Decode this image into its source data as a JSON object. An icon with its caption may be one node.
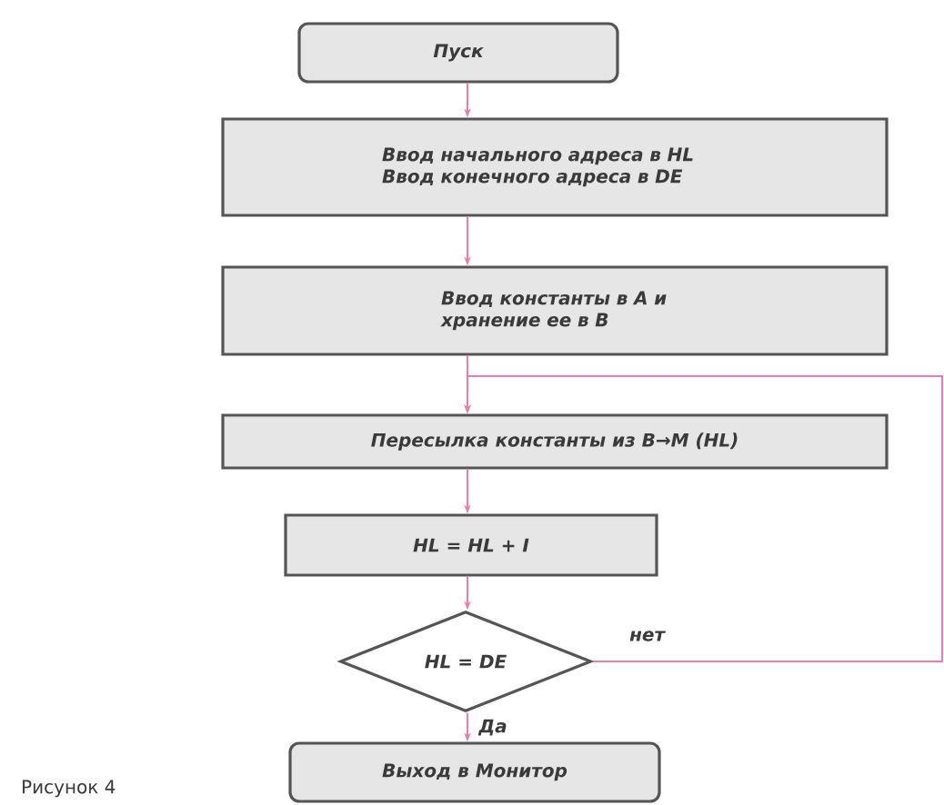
{
  "diagram": {
    "caption": "Рисунок 4",
    "nodes": [
      {
        "text": [
          "Пуск"
        ]
      },
      {
        "text": [
          "Ввод начального адреса в HL Ввод конечного адреса в DE"
        ]
      },
      {
        "text": [
          "Ввод константы в A и хранение ее в B"
        ]
      },
      {
        "text": [
          "Пересылка константы из B→M (HL)"
        ]
      },
      {
        "text": [
          "HL = HL + I"
        ]
      },
      {
        "text": [
          "HL = DE"
        ]
      },
      {
        "text": [
          "Выход в Монитор"
        ]
      }
    ],
    "edges": [
      {
        "from": 0,
        "to": 1,
        "arrow": "to"
      },
      {
        "from": 1,
        "to": 2,
        "arrow": "to"
      },
      {
        "from": 2,
        "to": 3,
        "arrow": "to"
      },
      {
        "from": 3,
        "to": 4,
        "arrow": "to"
      },
      {
        "from": 4,
        "to": 5,
        "arrow": "to"
      },
      {
        "from": 5,
        "to": 6,
        "label": "Да",
        "arrow": "to"
      },
      {
        "from": 5,
        "to": 3,
        "label": "нет",
        "arrow": "to"
      }
    ]
  }
}
